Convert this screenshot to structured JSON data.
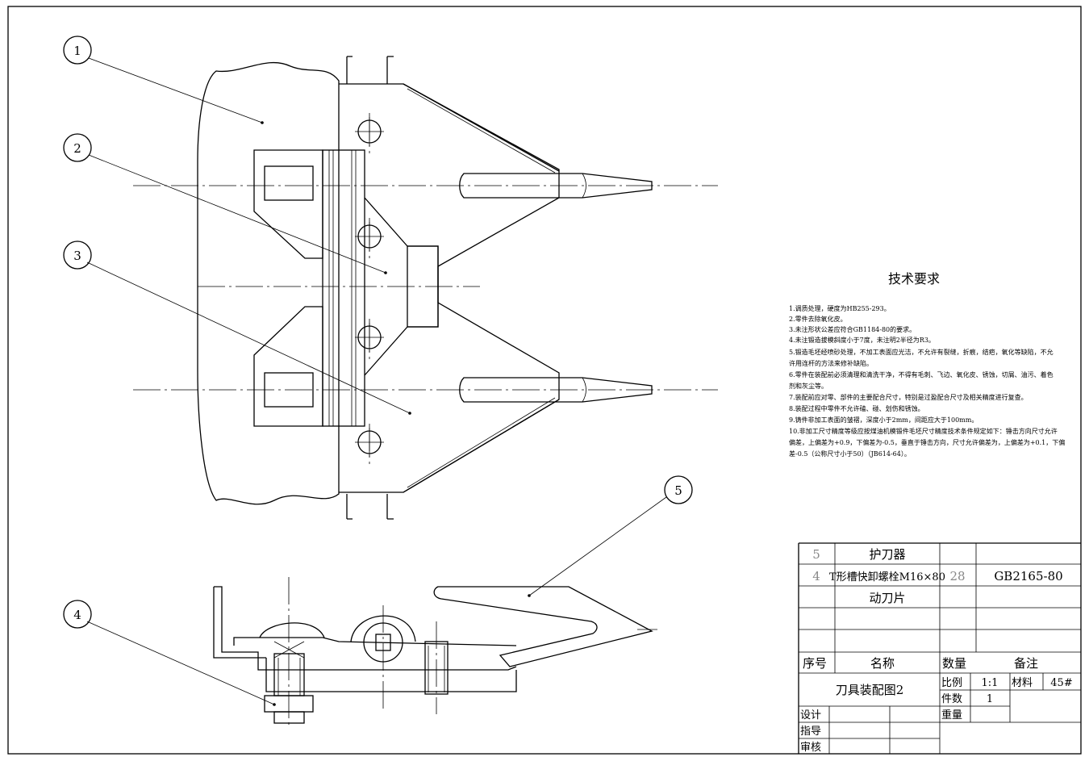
{
  "balloons": [
    "1",
    "2",
    "3",
    "4",
    "5"
  ],
  "requirements": {
    "title": "技术要求",
    "lines": [
      "1.调质处理，硬度为HB255-293。",
      "2.零件去除氧化皮。",
      "3.未注形状公差应符合GB1184-80的要求。",
      "4.未注锻造拔模斜度小于7度，未注明2半径为R3。",
      "5.锻造毛坯经喷砂处理，不加工表面应光洁，不允许有裂缝，折痕，结疤，氧化等缺陷，不允",
      "许用连杆的方法来修补缺陷。",
      "6.零件在装配前必须清理和清洗干净，不得有毛刺、飞边、氧化皮、锈蚀，切屑、油污、着色",
      "剂和灰尘等。",
      "7.装配前应对零、部件的主要配合尺寸，特别是过盈配合尺寸及相关精度进行复查。",
      "8.装配过程中零件不允许磕、碰、划伤和锈蚀。",
      "9.铸件非加工表面的皱褶，深度小于2mm，间距应大于100mm。",
      "10.非加工尺寸精度等级应按煤油机模锻件毛坯尺寸精度技术条件规定如下：锤击方向尺寸允许",
      "偏差，上偏差为+0.9，下偏差为-0.5，垂直于锤击方向，尺寸允许偏差为，上偏差为+0.1，下偏",
      "差-0.5（公称尺寸小于50）（JB614-64）。"
    ]
  },
  "parts_list": {
    "rows": [
      {
        "no": "5",
        "name": "护刀器",
        "qty": "",
        "remark": ""
      },
      {
        "no": "4",
        "name": "T形槽快卸螺栓M16×80",
        "qty": "28",
        "remark": "GB2165-80"
      },
      {
        "no": "",
        "name": "动刀片",
        "qty": "",
        "remark": ""
      },
      {
        "no": "",
        "name": "",
        "qty": "",
        "remark": ""
      },
      {
        "no": "",
        "name": "",
        "qty": "",
        "remark": ""
      }
    ],
    "header": {
      "no": "序号",
      "name": "名称",
      "qty": "数量",
      "remark": "备注"
    }
  },
  "title_block": {
    "drawing_name": "刀具装配图2",
    "scale_label": "比例",
    "scale_value": "1:1",
    "material_label": "材料",
    "material_value": "45#",
    "count_label": "件数",
    "count_value": "1",
    "weight_label": "重量",
    "design_label": "设计",
    "guide_label": "指导",
    "review_label": "审核"
  }
}
